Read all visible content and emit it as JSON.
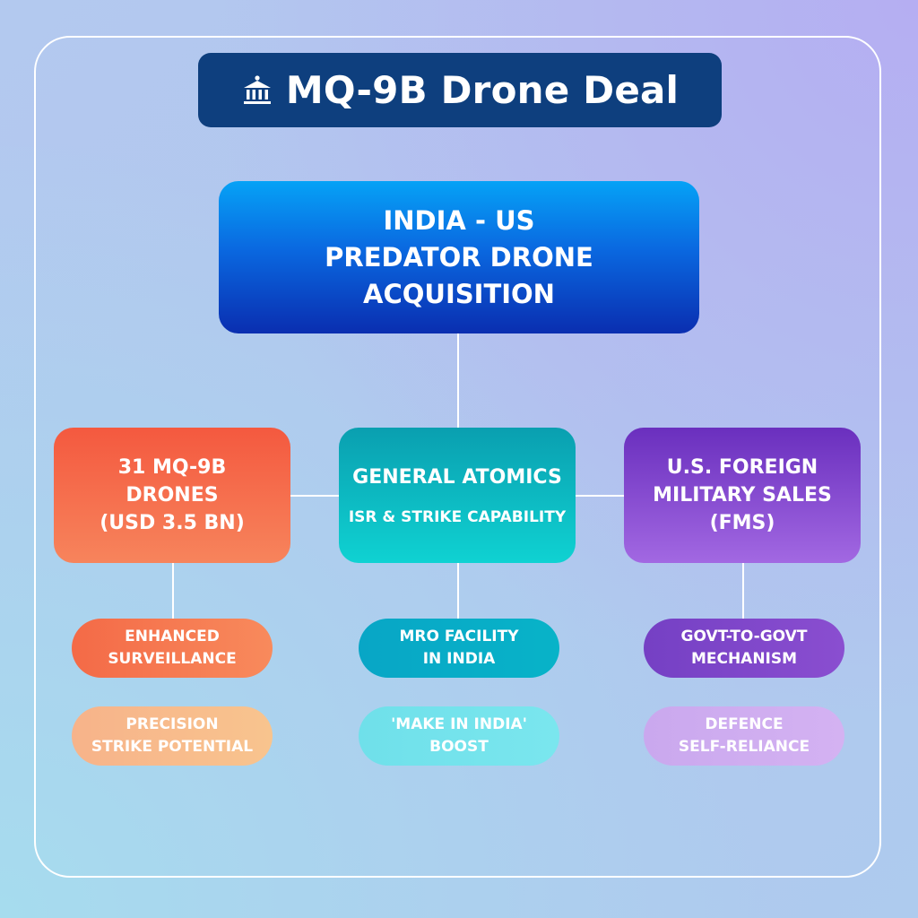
{
  "header": {
    "icon": "government-building-icon",
    "title": "MQ-9B Drone Deal"
  },
  "root": {
    "lines": [
      "INDIA - US",
      "PREDATOR DRONE",
      "ACQUISITION"
    ]
  },
  "branches": [
    {
      "id": "drones",
      "color": "#f4593f",
      "lines": [
        "31 MQ-9B",
        "DRONES",
        "(USD 3.5 BN)"
      ],
      "children": [
        {
          "lines": [
            "ENHANCED",
            "SURVEILLANCE"
          ]
        },
        {
          "lines": [
            "PRECISION",
            "STRIKE POTENTIAL"
          ]
        }
      ]
    },
    {
      "id": "general-atomics",
      "color": "#0a9fb0",
      "title": "GENERAL ATOMICS",
      "subtitle": "ISR & STRIKE CAPABILITY",
      "children": [
        {
          "lines": [
            "MRO FACILITY",
            "IN INDIA"
          ]
        },
        {
          "lines": [
            "'MAKE IN INDIA'",
            "BOOST"
          ]
        }
      ]
    },
    {
      "id": "fms",
      "color": "#6a2fbe",
      "lines": [
        "U.S. FOREIGN",
        "MILITARY SALES",
        "(FMS)"
      ],
      "children": [
        {
          "lines": [
            "GOVT-TO-GOVT",
            "MECHANISM"
          ]
        },
        {
          "lines": [
            "DEFENCE",
            "SELF-RELIANCE"
          ]
        }
      ]
    }
  ],
  "colors": {
    "title_bar": "#0e3f7e",
    "root_top": "#06a2f6",
    "root_bottom": "#0a2eb0",
    "connector": "#ffffff"
  }
}
